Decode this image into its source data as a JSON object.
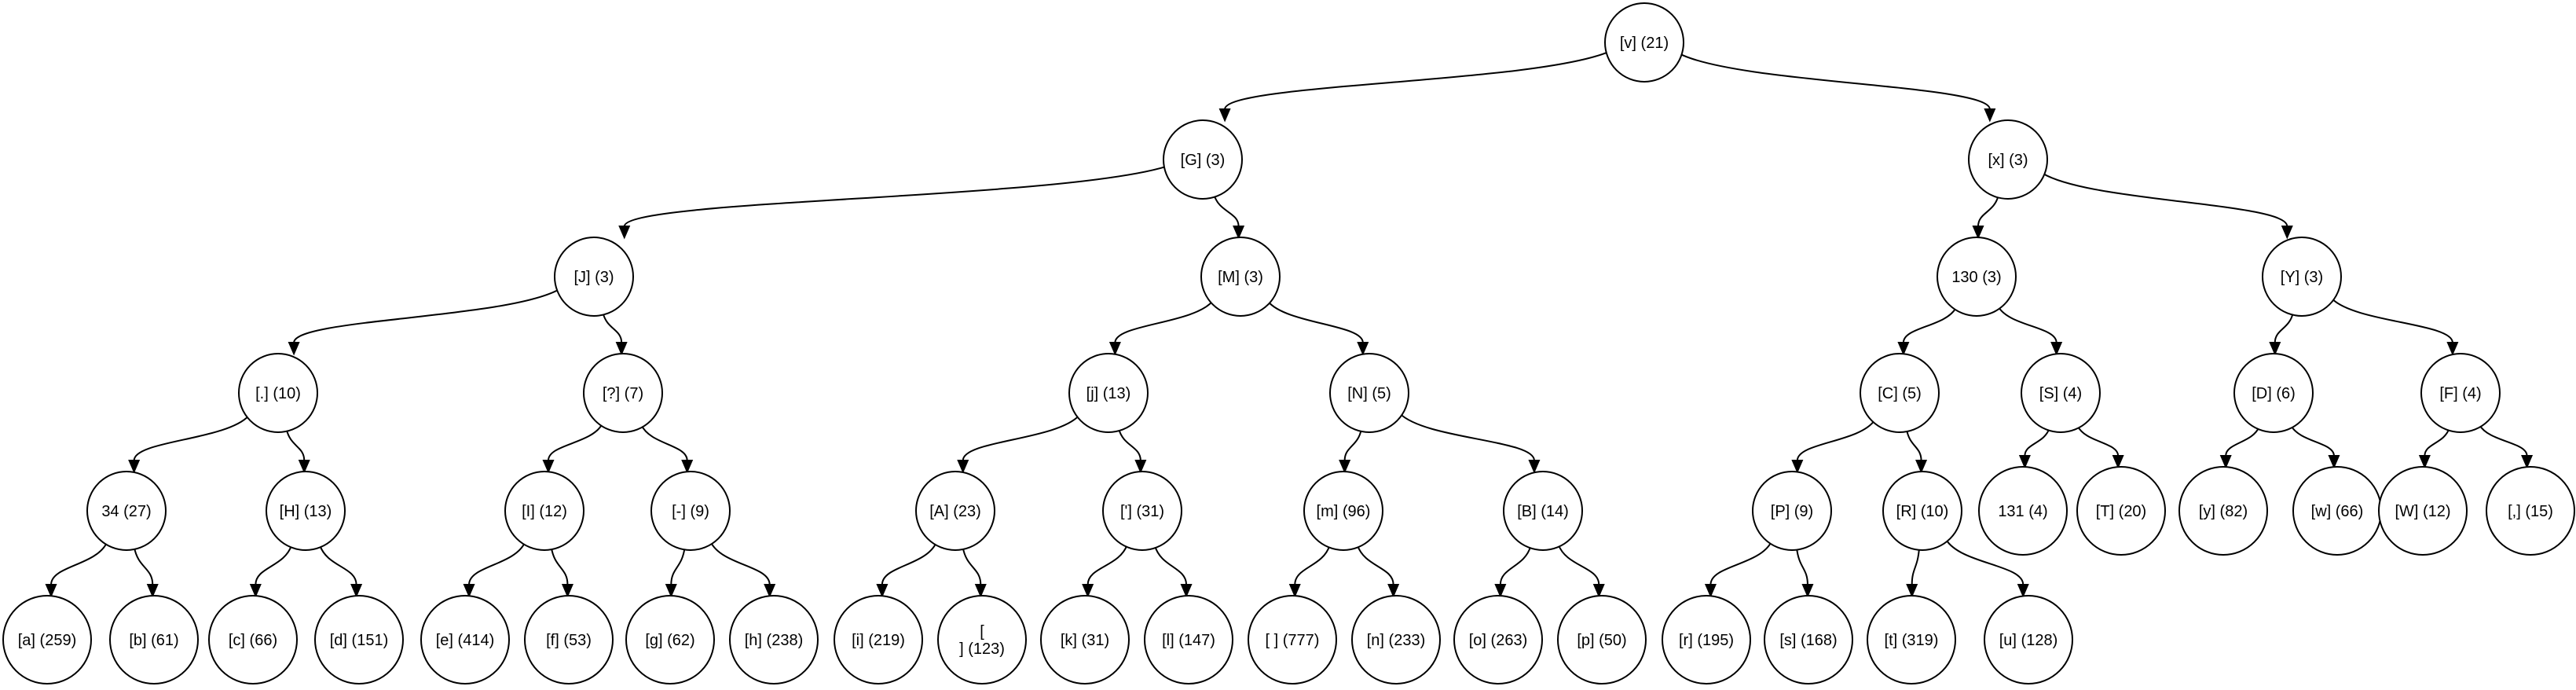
{
  "tree": {
    "root": "v",
    "nodes": [
      {
        "id": "v",
        "label": "[v] (21)"
      },
      {
        "id": "G",
        "label": "[G] (3)"
      },
      {
        "id": "x",
        "label": "[x] (3)"
      },
      {
        "id": "J",
        "label": "[J] (3)"
      },
      {
        "id": "M",
        "label": "[M] (3)"
      },
      {
        "id": "130",
        "label": "130 (3)"
      },
      {
        "id": "Y",
        "label": "[Y] (3)"
      },
      {
        "id": "dot",
        "label": "[.] (10)"
      },
      {
        "id": "q",
        "label": "[?] (7)"
      },
      {
        "id": "j",
        "label": "[j] (13)"
      },
      {
        "id": "N",
        "label": "[N] (5)"
      },
      {
        "id": "C",
        "label": "[C] (5)"
      },
      {
        "id": "S",
        "label": "[S] (4)"
      },
      {
        "id": "D",
        "label": "[D] (6)"
      },
      {
        "id": "F",
        "label": "[F] (4)"
      },
      {
        "id": "34",
        "label": "34 (27)"
      },
      {
        "id": "H",
        "label": "[H] (13)"
      },
      {
        "id": "I",
        "label": "[I] (12)"
      },
      {
        "id": "dash",
        "label": "[-] (9)"
      },
      {
        "id": "A",
        "label": "[A] (23)"
      },
      {
        "id": "apos",
        "label": "['] (31)"
      },
      {
        "id": "m",
        "label": "[m] (96)"
      },
      {
        "id": "B",
        "label": "[B] (14)"
      },
      {
        "id": "P",
        "label": "[P] (9)"
      },
      {
        "id": "R",
        "label": "[R] (10)"
      },
      {
        "id": "131",
        "label": "131 (4)"
      },
      {
        "id": "T",
        "label": "[T] (20)"
      },
      {
        "id": "y",
        "label": "[y] (82)"
      },
      {
        "id": "w",
        "label": "[w] (66)"
      },
      {
        "id": "W",
        "label": "[W] (12)"
      },
      {
        "id": "comma",
        "label": "[,] (15)"
      },
      {
        "id": "a",
        "label": "[a] (259)"
      },
      {
        "id": "b",
        "label": "[b] (61)"
      },
      {
        "id": "c",
        "label": "[c] (66)"
      },
      {
        "id": "d",
        "label": "[d] (151)"
      },
      {
        "id": "e",
        "label": "[e] (414)"
      },
      {
        "id": "f",
        "label": "[f] (53)"
      },
      {
        "id": "g",
        "label": "[g] (62)"
      },
      {
        "id": "h",
        "label": "[h] (238)"
      },
      {
        "id": "i",
        "label": "[i] (219)"
      },
      {
        "id": "nl",
        "label": "[\n] (123)"
      },
      {
        "id": "k",
        "label": "[k] (31)"
      },
      {
        "id": "l",
        "label": "[l] (147)"
      },
      {
        "id": "space",
        "label": "[ ] (777)"
      },
      {
        "id": "n",
        "label": "[n] (233)"
      },
      {
        "id": "o",
        "label": "[o] (263)"
      },
      {
        "id": "p",
        "label": "[p] (50)"
      },
      {
        "id": "r",
        "label": "[r] (195)"
      },
      {
        "id": "s",
        "label": "[s] (168)"
      },
      {
        "id": "t",
        "label": "[t] (319)"
      },
      {
        "id": "u",
        "label": "[u] (128)"
      }
    ],
    "edges": [
      [
        "v",
        "G"
      ],
      [
        "v",
        "x"
      ],
      [
        "G",
        "J"
      ],
      [
        "G",
        "M"
      ],
      [
        "x",
        "130"
      ],
      [
        "x",
        "Y"
      ],
      [
        "J",
        "dot"
      ],
      [
        "J",
        "q"
      ],
      [
        "M",
        "j"
      ],
      [
        "M",
        "N"
      ],
      [
        "130",
        "C"
      ],
      [
        "130",
        "S"
      ],
      [
        "Y",
        "D"
      ],
      [
        "Y",
        "F"
      ],
      [
        "dot",
        "34"
      ],
      [
        "dot",
        "H"
      ],
      [
        "q",
        "I"
      ],
      [
        "q",
        "dash"
      ],
      [
        "j",
        "A"
      ],
      [
        "j",
        "apos"
      ],
      [
        "N",
        "m"
      ],
      [
        "N",
        "B"
      ],
      [
        "C",
        "P"
      ],
      [
        "C",
        "R"
      ],
      [
        "S",
        "131"
      ],
      [
        "S",
        "T"
      ],
      [
        "D",
        "y"
      ],
      [
        "D",
        "w"
      ],
      [
        "F",
        "W"
      ],
      [
        "F",
        "comma"
      ],
      [
        "34",
        "a"
      ],
      [
        "34",
        "b"
      ],
      [
        "H",
        "c"
      ],
      [
        "H",
        "d"
      ],
      [
        "I",
        "e"
      ],
      [
        "I",
        "f"
      ],
      [
        "dash",
        "g"
      ],
      [
        "dash",
        "h"
      ],
      [
        "A",
        "i"
      ],
      [
        "A",
        "nl"
      ],
      [
        "apos",
        "k"
      ],
      [
        "apos",
        "l"
      ],
      [
        "m",
        "space"
      ],
      [
        "m",
        "n"
      ],
      [
        "B",
        "o"
      ],
      [
        "B",
        "p"
      ],
      [
        "P",
        "r"
      ],
      [
        "P",
        "s"
      ],
      [
        "R",
        "t"
      ],
      [
        "R",
        "u"
      ]
    ]
  }
}
